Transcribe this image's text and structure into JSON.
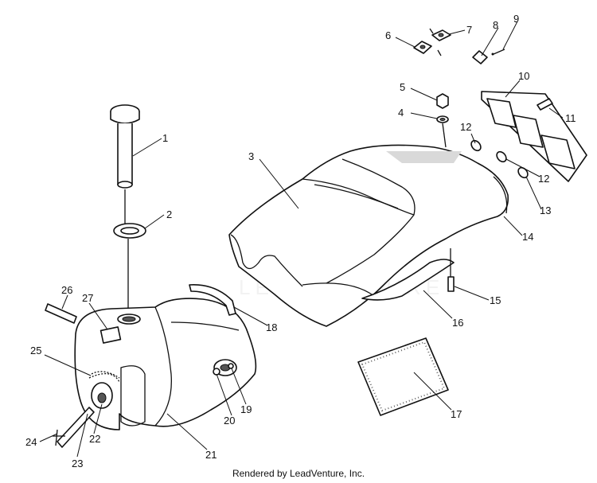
{
  "callouts": [
    "1",
    "2",
    "3",
    "4",
    "5",
    "6",
    "7",
    "8",
    "9",
    "10",
    "11",
    "12",
    "12",
    "13",
    "14",
    "15",
    "16",
    "17",
    "18",
    "19",
    "20",
    "21",
    "22",
    "23",
    "24",
    "25",
    "26",
    "27"
  ],
  "watermark": "LEADVENTURE",
  "credit": "Rendered by LeadVenture, Inc."
}
